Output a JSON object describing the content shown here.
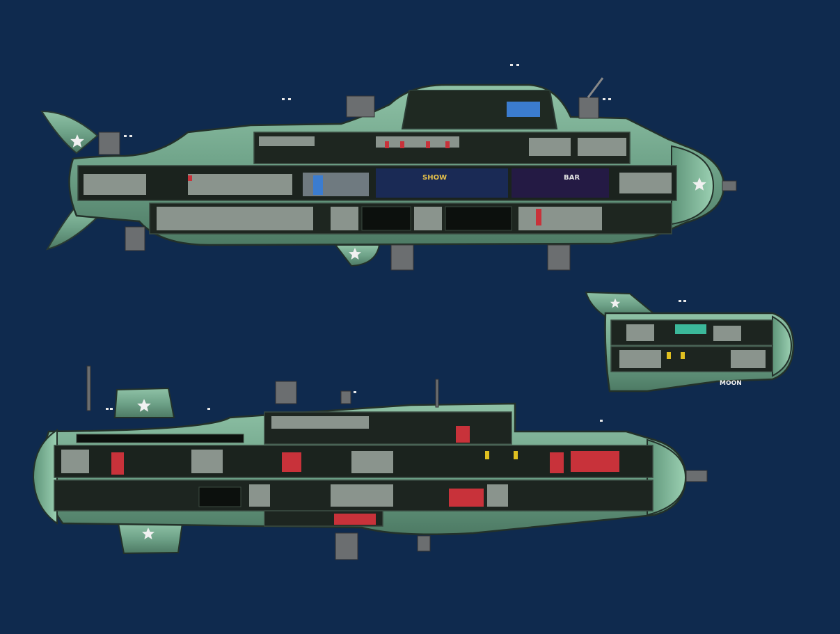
{
  "scene": {
    "background": "#0f2a4e",
    "hull_color": "#6fa389",
    "hull_dark": "#2a3a33",
    "interior_color": "#1d2620",
    "accent_red": "#c8323a",
    "accent_blue": "#2f6fc0",
    "accent_yellow": "#e0c020"
  },
  "submarines": [
    {
      "id": "large-top",
      "emblem": "star-icon",
      "signs": {
        "show": "SHOW",
        "bar": "BAR"
      }
    },
    {
      "id": "small-right",
      "emblem": "star-icon",
      "signs": {
        "name": "MOON"
      }
    },
    {
      "id": "large-bottom",
      "emblem": "star-icon",
      "signs": {}
    }
  ]
}
